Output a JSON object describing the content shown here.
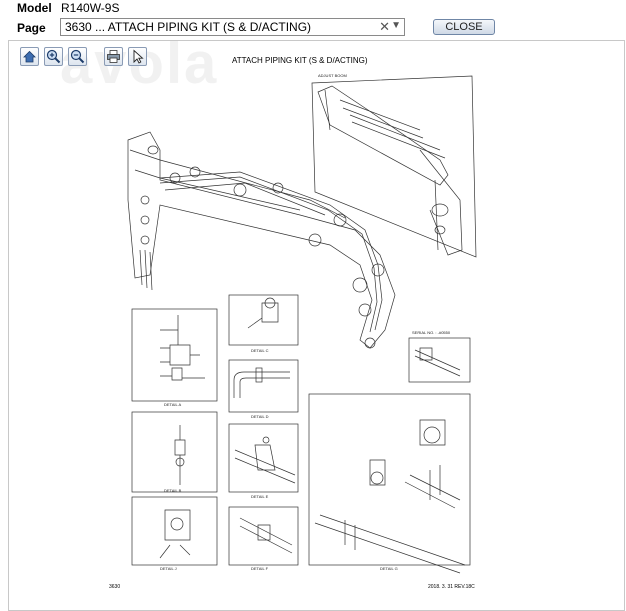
{
  "header": {
    "model_label": "Model",
    "model_value": "R140W-9S",
    "page_label": "Page",
    "page_value": "3630 ... ATTACH PIPING KIT (S & D/ACTING)",
    "close_label": "CLOSE"
  },
  "toolbar": {
    "buttons": [
      "home-icon",
      "zoom-in-icon",
      "zoom-out-icon",
      "print-icon",
      "pointer-icon"
    ]
  },
  "diagram": {
    "title": "ATTACH PIPING KIT (S & D/ACTING)",
    "adjust_boom_label": "ADJUST BOOM",
    "serial_label": "SERIAL NO. : -#0550",
    "details": [
      "DETAIL A",
      "DETAIL B",
      "DETAIL C",
      "DETAIL D",
      "DETAIL E",
      "DETAIL F",
      "DETAIL G",
      "DETAIL J"
    ],
    "footer_left": "3630",
    "footer_right": "2018. 3. 31   REV.18C"
  },
  "watermark": "avola",
  "colors": {
    "line": "#333333",
    "button_border": "#6f86a6",
    "frame": "#c8c8c8"
  }
}
